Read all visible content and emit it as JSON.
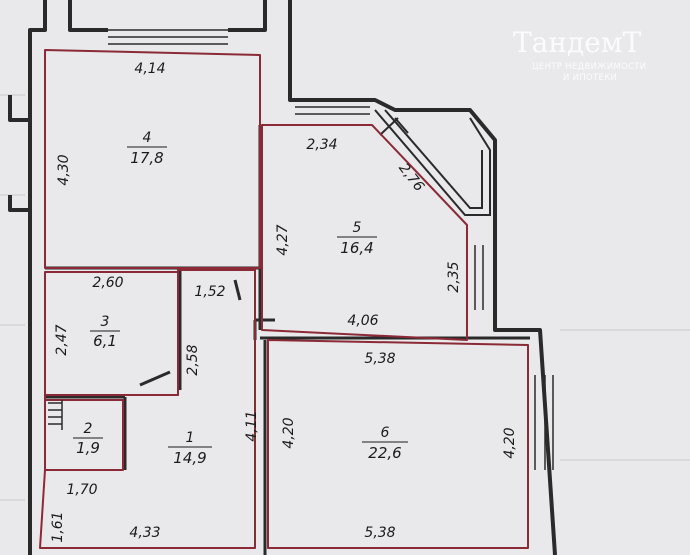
{
  "logo": {
    "name": "ТандемТ",
    "subtitle_line1": "ЦЕНТР НЕДВИЖИМОСТИ",
    "subtitle_line2": "И ИПОТЕКИ"
  },
  "rooms": [
    {
      "id": "room-4",
      "number": "4",
      "area": "17,8"
    },
    {
      "id": "room-5",
      "number": "5",
      "area": "16,4"
    },
    {
      "id": "room-3",
      "number": "3",
      "area": "6,1"
    },
    {
      "id": "room-2",
      "number": "2",
      "area": "1,9"
    },
    {
      "id": "room-1",
      "number": "1",
      "area": "14,9"
    },
    {
      "id": "room-6",
      "number": "6",
      "area": "22,6"
    }
  ],
  "dimensions": [
    "4,14",
    "4,30",
    "2,34",
    "2,76",
    "4,27",
    "2,35",
    "4,06",
    "2,60",
    "1,52",
    "2,47",
    "2,58",
    "5,38",
    "4,11",
    "4,20",
    "4,20",
    "1,70",
    "1,61",
    "4,33",
    "5,38"
  ],
  "colors": {
    "background": "#e9e9eb",
    "walls": "#2a2a2a",
    "room_outline": "#8b2a36"
  }
}
